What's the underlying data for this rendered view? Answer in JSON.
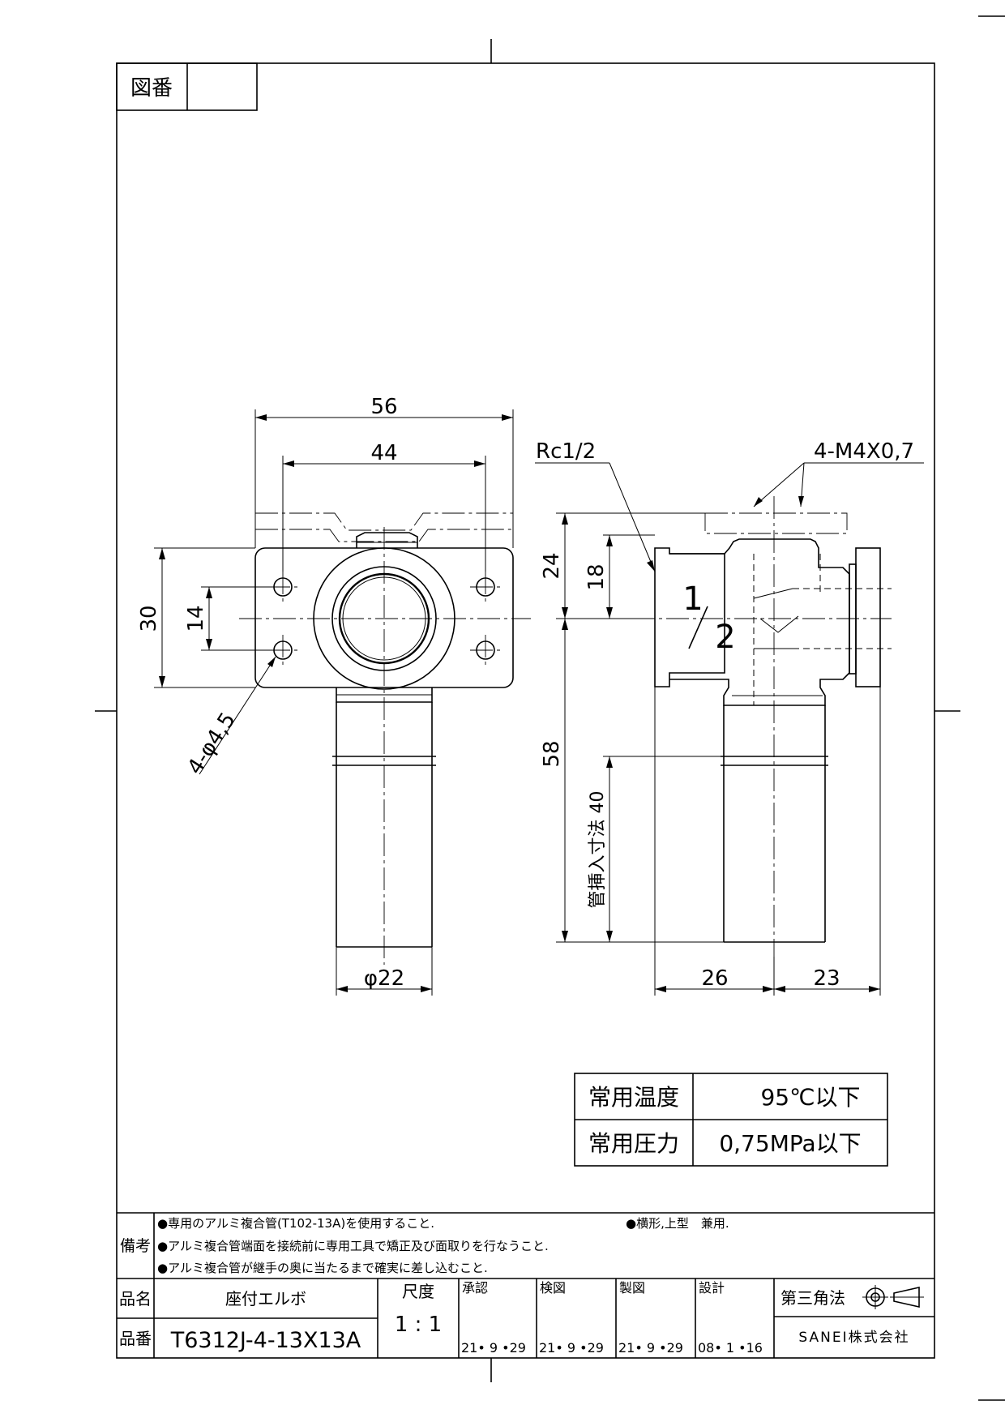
{
  "drawing_no_label": "図番",
  "drawing_no_value": "",
  "dimensions": {
    "front_width_outer": "56",
    "front_width_holes": "44",
    "front_height": "30",
    "front_hole_pitch": "14",
    "holes": "4-φ4,5",
    "pipe_dia": "φ22",
    "thread": "Rc1/2",
    "screws": "4-M4X0,7",
    "side_24": "24",
    "side_18": "18",
    "side_58": "58",
    "insert_depth": "管挿入寸法 40",
    "side_26": "26",
    "side_23": "23",
    "size_mark_num": "1",
    "size_mark_den": "2"
  },
  "spec_table": {
    "temp_label": "常用温度",
    "temp_value": "95℃以下",
    "pressure_label": "常用圧力",
    "pressure_value": "0,75MPa以下"
  },
  "notes": {
    "label": "備考",
    "line1": "●専用のアルミ複合管(T102-13A)を使用すること.",
    "line1b": "●横形,上型　兼用.",
    "line2": "●アルミ複合管端面を接続前に専用工具で矯正及び面取りを行なうこと.",
    "line3": "●アルミ複合管が継手の奥に当たるまで確実に差し込むこと."
  },
  "title_block": {
    "name_label": "品名",
    "name_value": "座付エルボ",
    "part_label": "品番",
    "part_value": "T6312J-4-13X13A",
    "scale_label": "尺度",
    "scale_value": "1 : 1",
    "approve_label": "承認",
    "approve_date": "21• 9 •29",
    "check_label": "検図",
    "check_date": "21• 9 •29",
    "draw_label": "製図",
    "draw_date": "21• 9 •29",
    "design_label": "設計",
    "design_date": "08• 1 •16",
    "projection_label": "第三角法",
    "company": "SANEI株式会社"
  }
}
